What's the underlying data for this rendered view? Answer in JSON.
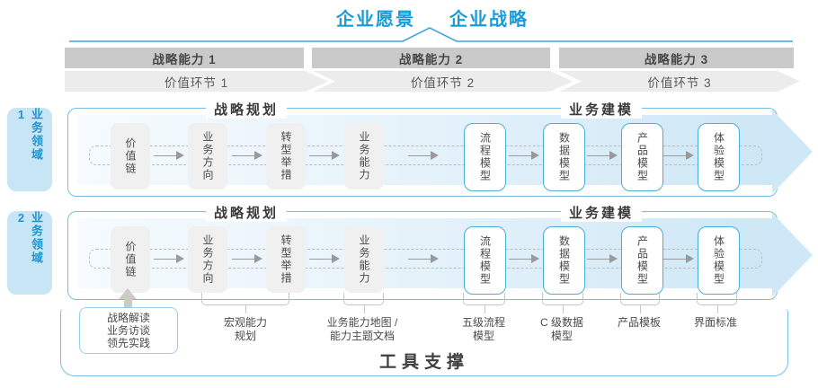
{
  "header": {
    "vision": "企业愿景",
    "strategy": "企业战略"
  },
  "capabilities": [
    "战略能力 1",
    "战略能力 2",
    "战略能力 3"
  ],
  "value_links": [
    "价值环节 1",
    "价值环节 2",
    "价值环节 3"
  ],
  "domains": [
    "业务领域 1",
    "业务领域 2"
  ],
  "panel": {
    "planning_title": "战略规划",
    "modeling_title": "业务建模",
    "boxes": [
      {
        "label": "价值链",
        "style": "gray"
      },
      {
        "label": "业务方向",
        "style": "gray"
      },
      {
        "label": "转型举措",
        "style": "gray"
      },
      {
        "label": "业务能力",
        "style": "gray"
      },
      {
        "label": "流程模型",
        "style": "blue"
      },
      {
        "label": "数据模型",
        "style": "blue"
      },
      {
        "label": "产品模型",
        "style": "blue"
      },
      {
        "label": "体验模型",
        "style": "blue"
      }
    ]
  },
  "annotations": {
    "practice_box": [
      "战略解读",
      "业务访谈",
      "领先实践"
    ],
    "notes": [
      [
        "宏观能力",
        "规划"
      ],
      [
        "业务能力地图 /",
        "能力主题文档"
      ],
      [
        "五级流程",
        "模型"
      ],
      [
        "C 级数据",
        "模型"
      ],
      [
        "产品模板",
        ""
      ],
      [
        "界面标准",
        ""
      ]
    ]
  },
  "footer": {
    "tool_support": "工具支撑"
  },
  "colors": {
    "accent_blue": "#189cd8",
    "line_blue": "#3da5db",
    "panel_border": "#74bee4",
    "band_fill": "#cde7f6",
    "bar_gray": "#cacaca",
    "chevron_gray": "#ececec",
    "box_gray": "#f0f0f0",
    "box_border_blue": "#49aedc",
    "sidebar_fill": "#c7e5f4",
    "text_dark": "#4a4a4a"
  }
}
